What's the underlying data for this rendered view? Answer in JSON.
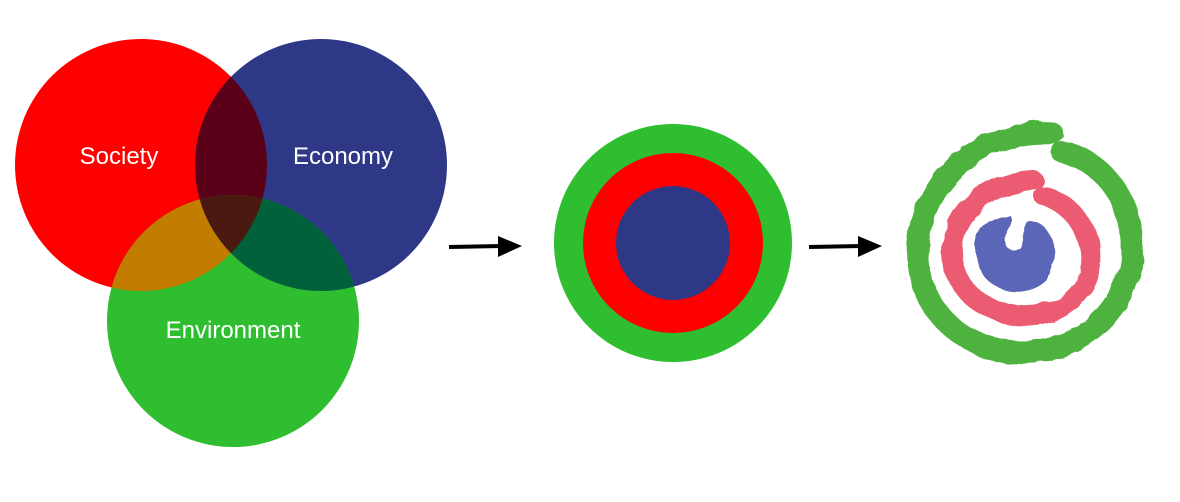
{
  "venn": {
    "society": "Society",
    "economy": "Economy",
    "environment": "Environment"
  },
  "colors": {
    "society": "#ff0000",
    "economy": "#2e3886",
    "environment": "#2fbe30",
    "society_economy_overlap": "#5a0018",
    "society_environment_overlap": "#c27d00",
    "economy_environment_overlap": "#00613a",
    "center_overlap": "#4a1a10",
    "arrow": "#000000",
    "watercolor_green": "#3aaa2a",
    "watercolor_red": "#e8415a",
    "watercolor_blue": "#4a55b0"
  },
  "icons": {
    "venn": "three-circle-venn-icon",
    "nested": "nested-circles-icon",
    "spiral": "watercolor-spiral-icon",
    "arrow": "right-arrow-icon"
  }
}
